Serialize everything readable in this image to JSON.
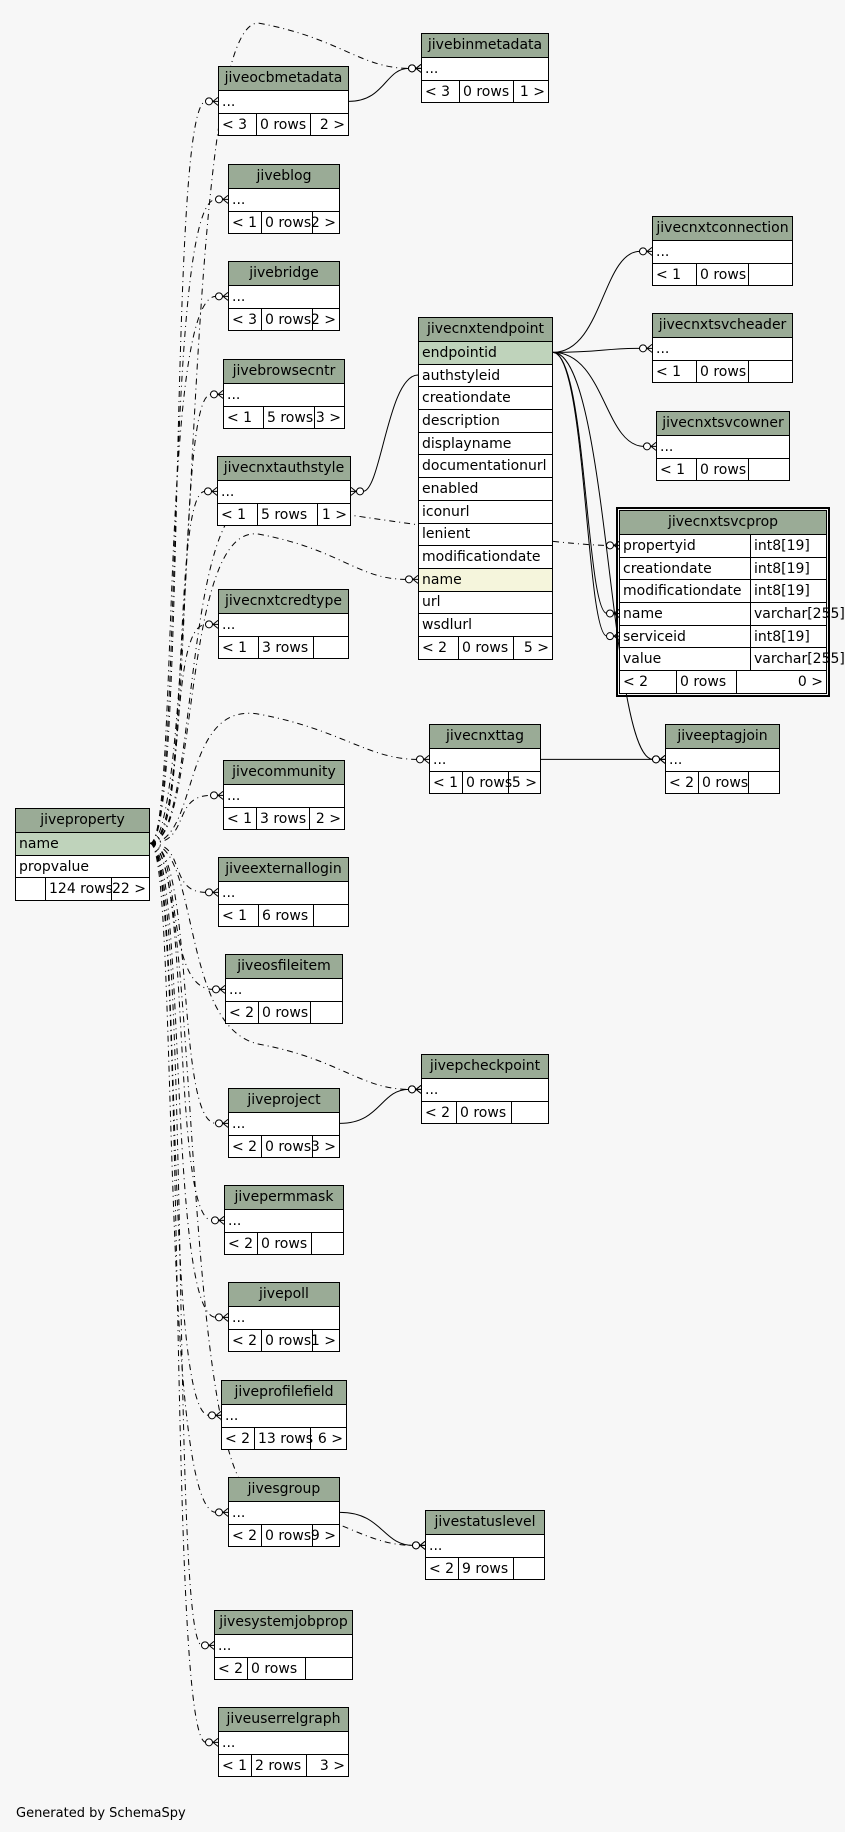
{
  "footer": "Generated by SchemaSpy",
  "colors": {
    "header": "#9aab96",
    "key_row": "#bfd3bb",
    "highlight_row": "#f5f5dc",
    "background": "#f7f7f7"
  },
  "tables": {
    "jivebinmetadata": {
      "name": "jivebinmetadata",
      "rows": [
        "..."
      ],
      "stats": [
        "< 3",
        "0 rows",
        "1 >"
      ]
    },
    "jiveocbmetadata": {
      "name": "jiveocbmetadata",
      "rows": [
        "..."
      ],
      "stats": [
        "< 3",
        "0 rows",
        "2 >"
      ]
    },
    "jiveblog": {
      "name": "jiveblog",
      "rows": [
        "..."
      ],
      "stats": [
        "< 1",
        "0 rows",
        "2 >"
      ]
    },
    "jivebridge": {
      "name": "jivebridge",
      "rows": [
        "..."
      ],
      "stats": [
        "< 3",
        "0 rows",
        "2 >"
      ]
    },
    "jivebrowsecntr": {
      "name": "jivebrowsecntr",
      "rows": [
        "..."
      ],
      "stats": [
        "< 1",
        "5 rows",
        "3 >"
      ]
    },
    "jivecnxtauthstyle": {
      "name": "jivecnxtauthstyle",
      "rows": [
        "..."
      ],
      "stats": [
        "< 1",
        "5 rows",
        "1 >"
      ]
    },
    "jivecnxtcredtype": {
      "name": "jivecnxtcredtype",
      "rows": [
        "..."
      ],
      "stats": [
        "< 1",
        "3 rows",
        ""
      ]
    },
    "jivecnxtendpoint": {
      "name": "jivecnxtendpoint",
      "rows": [
        "endpointid",
        "authstyleid",
        "creationdate",
        "description",
        "displayname",
        "documentationurl",
        "enabled",
        "iconurl",
        "lenient",
        "modificationdate",
        "name",
        "url",
        "wsdlurl"
      ],
      "stats": [
        "< 2",
        "0 rows",
        "5 >"
      ]
    },
    "jivecnxtconnection": {
      "name": "jivecnxtconnection",
      "rows": [
        "..."
      ],
      "stats": [
        "< 1",
        "0 rows",
        ""
      ]
    },
    "jivecnxtsvcheader": {
      "name": "jivecnxtsvcheader",
      "rows": [
        "..."
      ],
      "stats": [
        "< 1",
        "0 rows",
        ""
      ]
    },
    "jivecnxtsvcowner": {
      "name": "jivecnxtsvcowner",
      "rows": [
        "..."
      ],
      "stats": [
        "< 1",
        "0 rows",
        ""
      ]
    },
    "jivecnxtsvcprop": {
      "name": "jivecnxtsvcprop",
      "rows": [
        {
          "col": "propertyid",
          "type": "int8[19]"
        },
        {
          "col": "creationdate",
          "type": "int8[19]"
        },
        {
          "col": "modificationdate",
          "type": "int8[19]"
        },
        {
          "col": "name",
          "type": "varchar[255]"
        },
        {
          "col": "serviceid",
          "type": "int8[19]"
        },
        {
          "col": "value",
          "type": "varchar[255]"
        }
      ],
      "stats": [
        "< 2",
        "0 rows",
        "0 >"
      ]
    },
    "jivecnxttag": {
      "name": "jivecnxttag",
      "rows": [
        "..."
      ],
      "stats": [
        "< 1",
        "0 rows",
        "5 >"
      ]
    },
    "jiveeptagjoin": {
      "name": "jiveeptagjoin",
      "rows": [
        "..."
      ],
      "stats": [
        "< 2",
        "0 rows",
        ""
      ]
    },
    "jiveproperty": {
      "name": "jiveproperty",
      "rows": [
        "name",
        "propvalue"
      ],
      "stats": [
        "",
        "124 rows",
        "22 >"
      ]
    },
    "jivecommunity": {
      "name": "jivecommunity",
      "rows": [
        "..."
      ],
      "stats": [
        "< 1",
        "3 rows",
        "2 >"
      ]
    },
    "jiveexternallogin": {
      "name": "jiveexternallogin",
      "rows": [
        "..."
      ],
      "stats": [
        "< 1",
        "6 rows",
        ""
      ]
    },
    "jiveosfileitem": {
      "name": "jiveosfileitem",
      "rows": [
        "..."
      ],
      "stats": [
        "< 2",
        "0 rows",
        ""
      ]
    },
    "jivepcheckpoint": {
      "name": "jivepcheckpoint",
      "rows": [
        "..."
      ],
      "stats": [
        "< 2",
        "0 rows",
        ""
      ]
    },
    "jiveproject": {
      "name": "jiveproject",
      "rows": [
        "..."
      ],
      "stats": [
        "< 2",
        "0 rows",
        "3 >"
      ]
    },
    "jivepermmask": {
      "name": "jivepermmask",
      "rows": [
        "..."
      ],
      "stats": [
        "< 2",
        "0 rows",
        ""
      ]
    },
    "jivepoll": {
      "name": "jivepoll",
      "rows": [
        "..."
      ],
      "stats": [
        "< 2",
        "0 rows",
        "1 >"
      ]
    },
    "jiveprofilefield": {
      "name": "jiveprofilefield",
      "rows": [
        "..."
      ],
      "stats": [
        "< 2",
        "13 rows",
        "6 >"
      ]
    },
    "jivesgroup": {
      "name": "jivesgroup",
      "rows": [
        "..."
      ],
      "stats": [
        "< 2",
        "0 rows",
        "9 >"
      ]
    },
    "jivestatuslevel": {
      "name": "jivestatuslevel",
      "rows": [
        "..."
      ],
      "stats": [
        "< 2",
        "9 rows",
        ""
      ]
    },
    "jivesystemjobprop": {
      "name": "jivesystemjobprop",
      "rows": [
        "..."
      ],
      "stats": [
        "< 2",
        "0 rows",
        ""
      ]
    },
    "jiveuserrelgraph": {
      "name": "jiveuserrelgraph",
      "rows": [
        "..."
      ],
      "stats": [
        "< 1",
        "2 rows",
        "3 >"
      ]
    }
  },
  "relationships": [
    {
      "from": "jivecnxtendpoint.authstyleid",
      "to": "jivecnxtauthstyle"
    },
    {
      "from": "jivecnxtendpoint.endpointid",
      "to": "jivecnxtconnection"
    },
    {
      "from": "jivecnxtendpoint.endpointid",
      "to": "jivecnxtsvcheader"
    },
    {
      "from": "jivecnxtendpoint.endpointid",
      "to": "jivecnxtsvcowner"
    },
    {
      "from": "jivecnxtendpoint.endpointid",
      "to": "jivecnxtsvcprop.name"
    },
    {
      "from": "jivecnxtendpoint.endpointid",
      "to": "jivecnxtsvcprop.serviceid"
    },
    {
      "from": "jivecnxtendpoint.endpointid",
      "to": "jiveeptagjoin"
    },
    {
      "from": "jivecnxttag",
      "to": "jiveeptagjoin"
    },
    {
      "from": "jiveocbmetadata",
      "to": "jivebinmetadata"
    },
    {
      "from": "jiveproject",
      "to": "jivepcheckpoint"
    },
    {
      "from": "jivesgroup",
      "to": "jivestatuslevel"
    },
    {
      "from": "jiveproperty.name",
      "to": "jivebinmetadata"
    },
    {
      "from": "jiveproperty.name",
      "to": "jiveocbmetadata"
    },
    {
      "from": "jiveproperty.name",
      "to": "jiveblog"
    },
    {
      "from": "jiveproperty.name",
      "to": "jivebridge"
    },
    {
      "from": "jiveproperty.name",
      "to": "jivebrowsecntr"
    },
    {
      "from": "jiveproperty.name",
      "to": "jivecnxtauthstyle"
    },
    {
      "from": "jiveproperty.name",
      "to": "jivecnxtcredtype"
    },
    {
      "from": "jiveproperty.name",
      "to": "jivecnxtendpoint.name"
    },
    {
      "from": "jiveproperty.name",
      "to": "jivecnxtsvcprop"
    },
    {
      "from": "jiveproperty.name",
      "to": "jivecnxttag"
    },
    {
      "from": "jiveproperty.name",
      "to": "jivecommunity"
    },
    {
      "from": "jiveproperty.name",
      "to": "jiveexternallogin"
    },
    {
      "from": "jiveproperty.name",
      "to": "jiveosfileitem"
    },
    {
      "from": "jiveproperty.name",
      "to": "jivepcheckpoint"
    },
    {
      "from": "jiveproperty.name",
      "to": "jiveproject"
    },
    {
      "from": "jiveproperty.name",
      "to": "jivepermmask"
    },
    {
      "from": "jiveproperty.name",
      "to": "jivepoll"
    },
    {
      "from": "jiveproperty.name",
      "to": "jiveprofilefield"
    },
    {
      "from": "jiveproperty.name",
      "to": "jivesgroup"
    },
    {
      "from": "jiveproperty.name",
      "to": "jivestatuslevel"
    },
    {
      "from": "jiveproperty.name",
      "to": "jivesystemjobprop"
    },
    {
      "from": "jiveproperty.name",
      "to": "jiveuserrelgraph"
    }
  ]
}
